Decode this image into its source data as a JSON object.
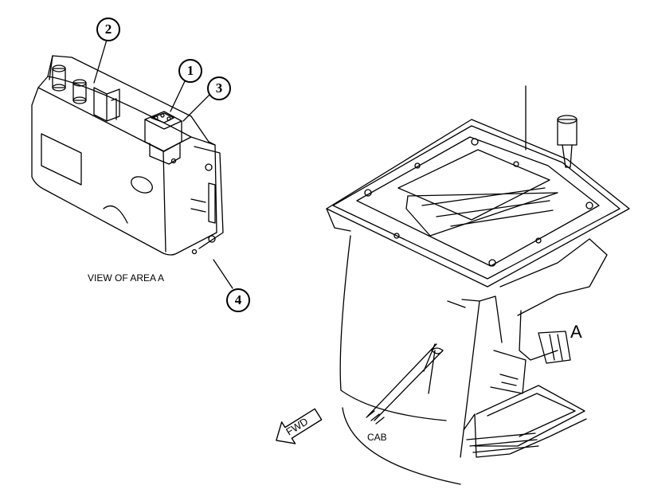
{
  "callouts": {
    "c1": "1",
    "c2": "2",
    "c3": "3",
    "c4": "4"
  },
  "labels": {
    "view_caption": "VIEW OF AREA A",
    "area_marker": "A",
    "cab": "CAB",
    "direction_arrow": "FWD"
  },
  "colors": {
    "line": "#000000",
    "background": "#ffffff"
  }
}
